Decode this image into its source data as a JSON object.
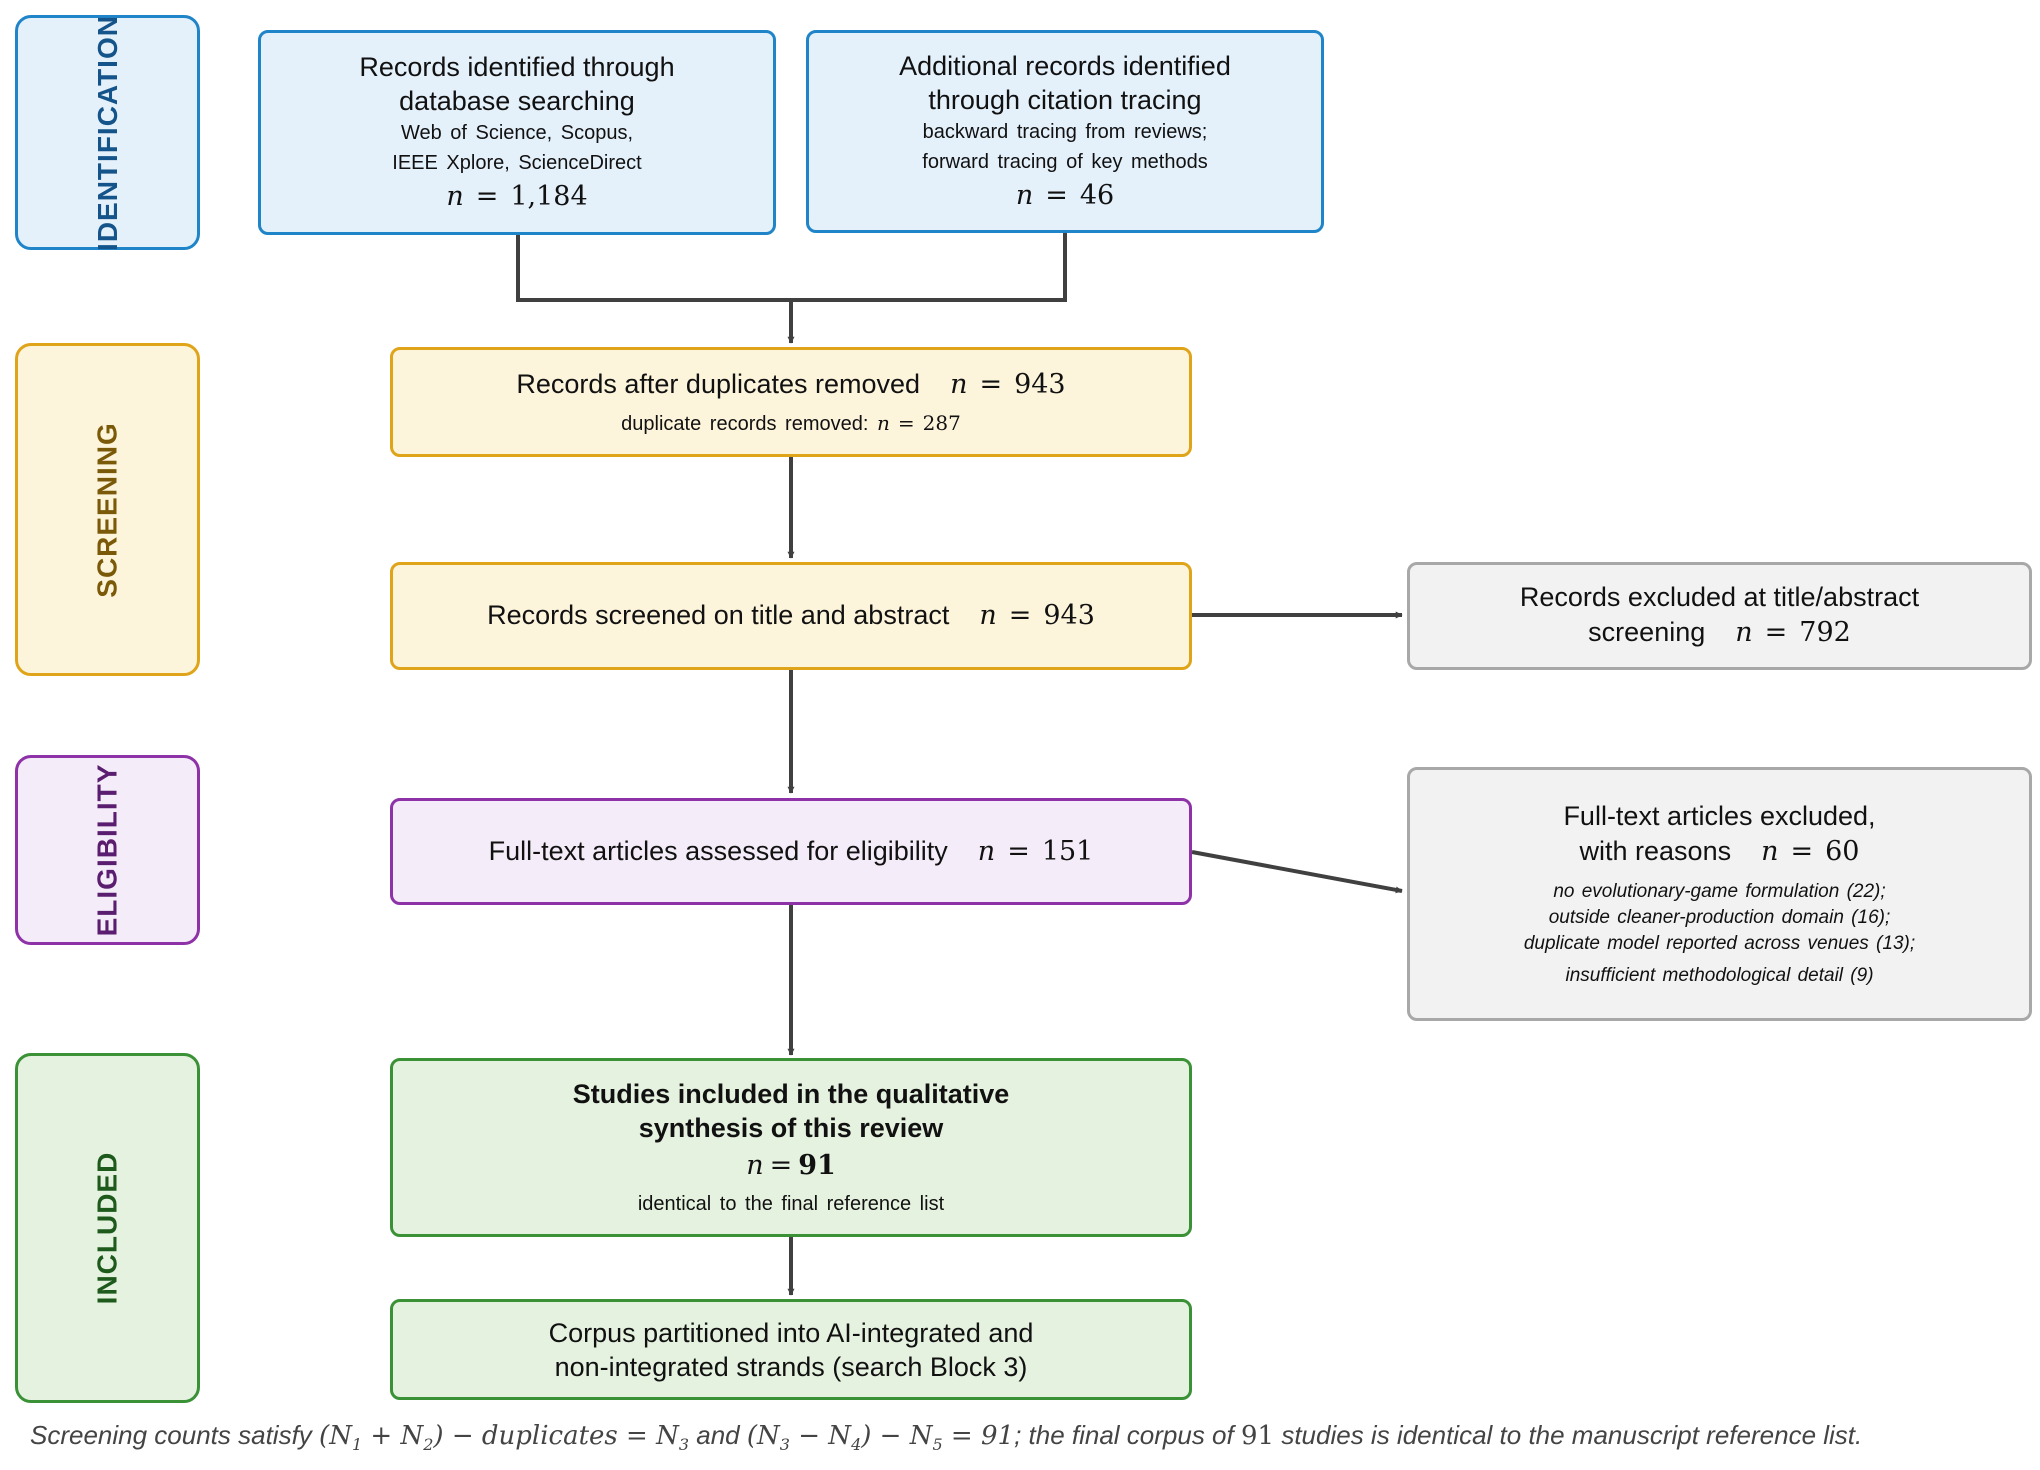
{
  "phases": {
    "identification": "IDENTIFICATION",
    "screening": "SCREENING",
    "eligibility": "ELIGIBILITY",
    "included": "INCLUDED"
  },
  "box_database": {
    "title_1": "Records identified through",
    "title_2": "database searching",
    "sub_1": "Web of Science, Scopus,",
    "sub_2": "IEEE Xplore, ScienceDirect",
    "n_var": "n",
    "n_value": "1,184"
  },
  "box_citation": {
    "title_1": "Additional records identified",
    "title_2": "through citation tracing",
    "sub_1": "backward tracing from reviews;",
    "sub_2": "forward tracing of key methods",
    "n_var": "n",
    "n_value": "46"
  },
  "box_duplicates": {
    "title": "Records after duplicates removed",
    "n_var": "n",
    "n_value": "943",
    "sub_label": "duplicate records removed:",
    "sub_n_var": "n",
    "sub_n_value": "287"
  },
  "box_screened": {
    "title": "Records screened on title and abstract",
    "n_var": "n",
    "n_value": "943"
  },
  "box_excluded_title": {
    "title_1": "Records excluded at title/abstract",
    "title_2": "screening",
    "n_var": "n",
    "n_value": "792"
  },
  "box_fulltext": {
    "title": "Full-text articles assessed for eligibility",
    "n_var": "n",
    "n_value": "151"
  },
  "box_excluded_full": {
    "title_1": "Full-text articles excluded,",
    "title_2": "with reasons",
    "n_var": "n",
    "n_value": "60",
    "reasons": [
      "no evolutionary-game formulation (22);",
      "outside cleaner-production domain (16);",
      "duplicate model reported across venues (13);",
      "insufficient methodological detail (9)"
    ]
  },
  "box_included": {
    "title_1": "Studies included in the qualitative",
    "title_2": "synthesis of this review",
    "n_var": "n",
    "n_value": "91",
    "sub": "identical to the final reference list"
  },
  "box_partitioned": {
    "title_1": "Corpus partitioned into AI-integrated and",
    "title_2": "non-integrated strands (search Block 3)"
  },
  "caption": {
    "part_1": "Screening counts satisfy",
    "math_1": "(N1 + N2) − duplicates = N3",
    "part_2": "and",
    "math_2": "(N3 − N4) − N5 = 91",
    "part_3": "; the final corpus of",
    "number": "91",
    "part_4": "studies is identical to the manuscript reference list."
  },
  "colors": {
    "identification": "#1f85c8",
    "screening": "#dfa419",
    "eligibility": "#8e32a8",
    "included": "#3a9136",
    "excluded": "#a8a8a8",
    "identification_text": "#14548a",
    "screening_text": "#7a5a08",
    "eligibility_text": "#5a1d70",
    "included_text": "#1f5a1d",
    "connector": "#404040"
  }
}
